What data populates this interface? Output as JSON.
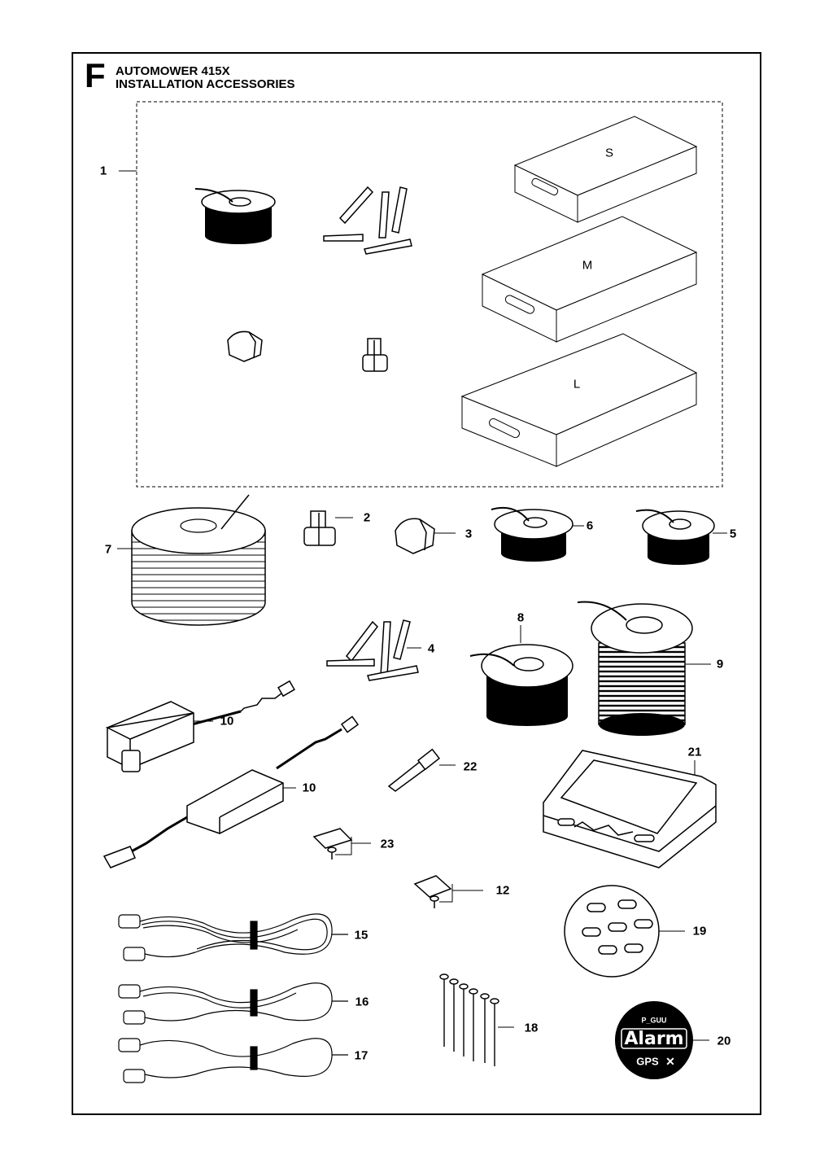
{
  "header": {
    "section_letter": "F",
    "title_line_1": "AUTOMOWER 415X",
    "title_line_2": "INSTALLATION ACCESSORIES"
  },
  "callouts": {
    "n1": "1",
    "n2": "2",
    "n3": "3",
    "n4": "4",
    "n5": "5",
    "n6": "6",
    "n7": "7",
    "n8": "8",
    "n9": "9",
    "n10a": "10",
    "n10b": "10",
    "n12": "12",
    "n15": "15",
    "n16": "16",
    "n17": "17",
    "n18": "18",
    "n19": "19",
    "n20": "20",
    "n21": "21",
    "n22": "22",
    "n23": "23"
  },
  "kit_sizes": {
    "small": "S",
    "medium": "M",
    "large": "L"
  },
  "badge": {
    "top_text": "P_GUU",
    "main_text": "Alarm",
    "bottom_text": "GPS"
  }
}
